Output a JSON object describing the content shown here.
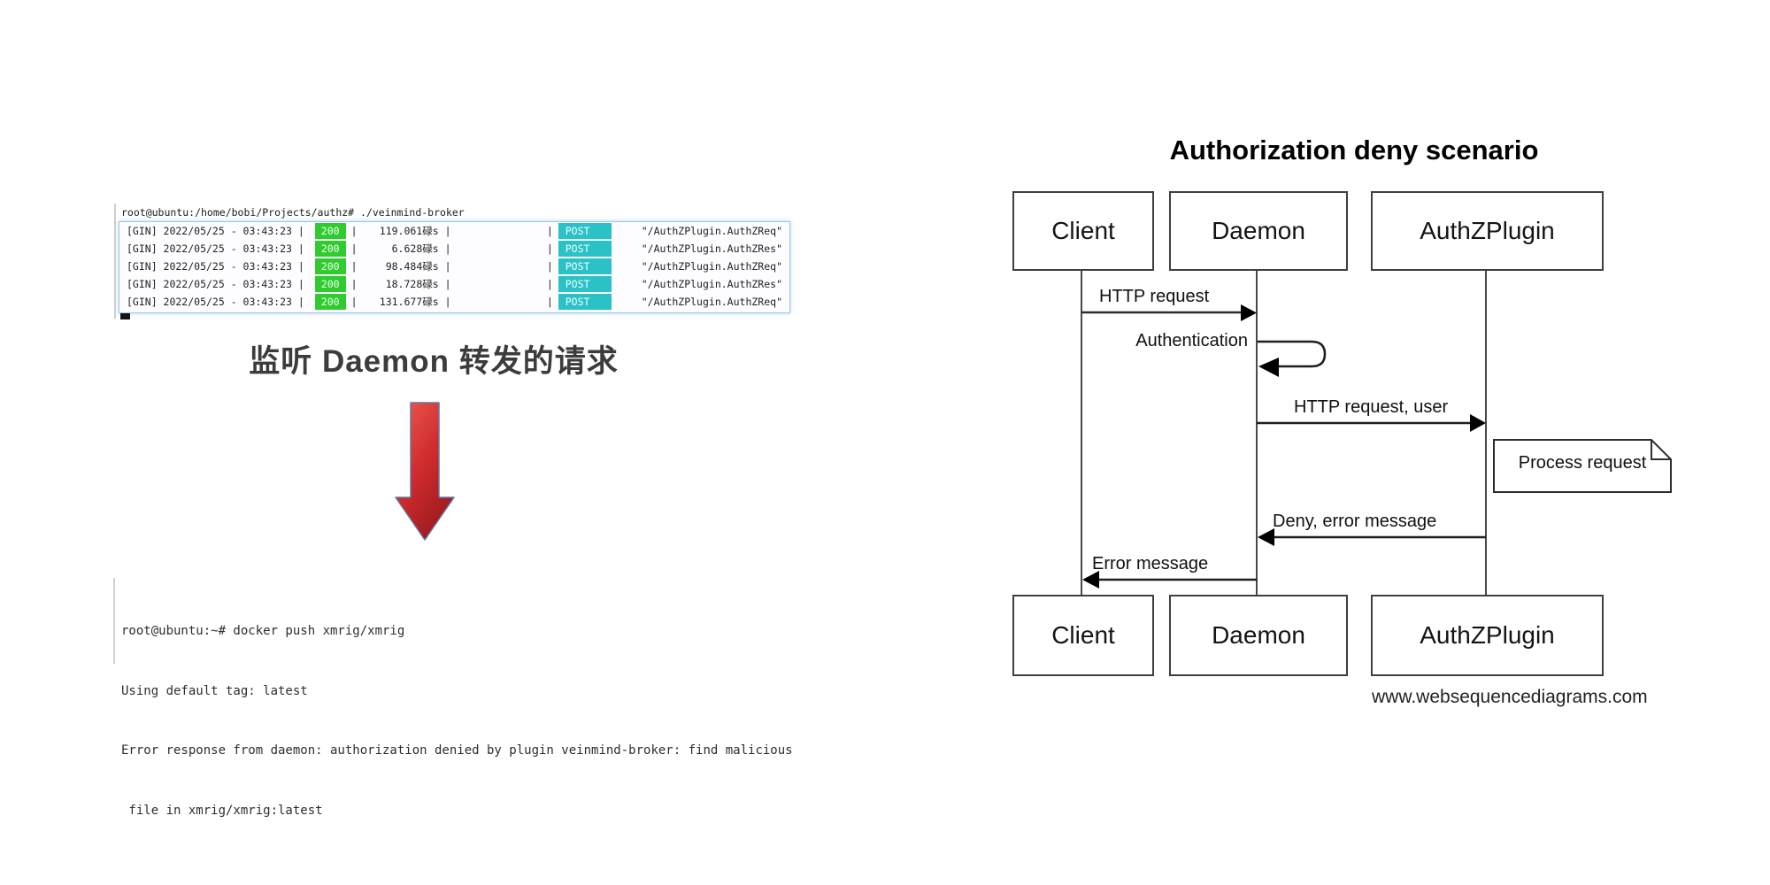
{
  "left": {
    "terminal_top": {
      "command": "root@ubuntu:/home/bobi/Projects/authz# ./veinmind-broker",
      "pipe": "|",
      "status_color": "#2fcb2f",
      "method_color": "#2ac2c6",
      "rows": [
        {
          "prefix": "[GIN] 2022/05/25 - 03:43:23 |",
          "status": "200",
          "duration": "119.061碌s |",
          "method": "POST",
          "path": "\"/AuthZPlugin.AuthZReq\""
        },
        {
          "prefix": "[GIN] 2022/05/25 - 03:43:23 |",
          "status": "200",
          "duration": "6.628碌s |",
          "method": "POST",
          "path": "\"/AuthZPlugin.AuthZRes\""
        },
        {
          "prefix": "[GIN] 2022/05/25 - 03:43:23 |",
          "status": "200",
          "duration": "98.484碌s |",
          "method": "POST",
          "path": "\"/AuthZPlugin.AuthZReq\""
        },
        {
          "prefix": "[GIN] 2022/05/25 - 03:43:23 |",
          "status": "200",
          "duration": "18.728碌s |",
          "method": "POST",
          "path": "\"/AuthZPlugin.AuthZRes\""
        },
        {
          "prefix": "[GIN] 2022/05/25 - 03:43:23 |",
          "status": "200",
          "duration": "131.677碌s |",
          "method": "POST",
          "path": "\"/AuthZPlugin.AuthZReq\""
        }
      ]
    },
    "caption": "监听 Daemon 转发的请求",
    "arrow_color_top": "#ec5048",
    "arrow_color_bottom": "#9e1b1f",
    "terminal_bottom": {
      "lines": [
        "root@ubuntu:~# docker push xmrig/xmrig",
        "Using default tag: latest",
        "Error response from daemon: authorization denied by plugin veinmind-broker: find malicious",
        " file in xmrig/xmrig:latest"
      ]
    }
  },
  "diagram": {
    "title": "Authorization deny scenario",
    "actors": [
      "Client",
      "Daemon",
      "AuthZPlugin"
    ],
    "messages": [
      {
        "label": "HTTP request",
        "from": "Client",
        "to": "Daemon"
      },
      {
        "label": "Authentication",
        "type": "self",
        "actor": "Daemon"
      },
      {
        "label": "HTTP request, user",
        "from": "Daemon",
        "to": "AuthZPlugin"
      },
      {
        "label": "Deny, error message",
        "from": "AuthZPlugin",
        "to": "Daemon"
      },
      {
        "label": "Error message",
        "from": "Daemon",
        "to": "Client"
      }
    ],
    "note": "Process request",
    "attribution": "www.websequencediagrams.com"
  }
}
